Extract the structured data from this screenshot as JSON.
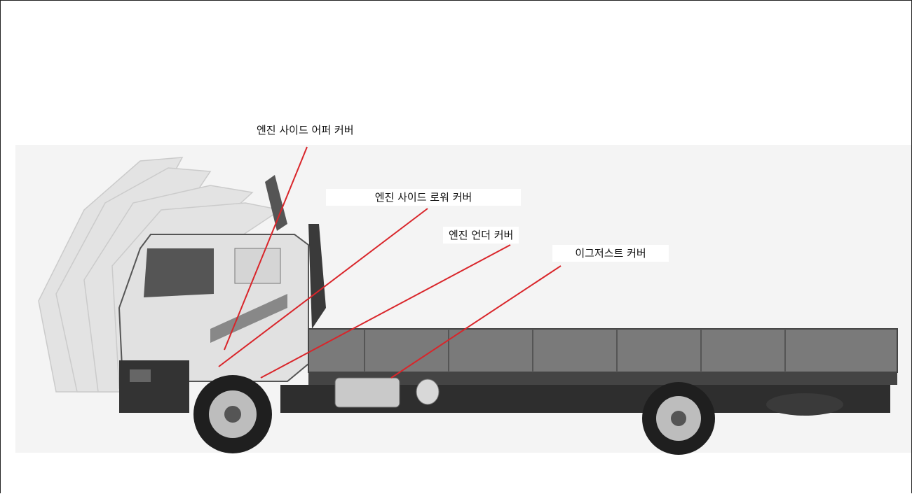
{
  "diagram": {
    "callouts": [
      {
        "id": "engine_side_upper_cover",
        "label": "엔진 사이드 어퍼 커버"
      },
      {
        "id": "engine_side_lower_cover",
        "label": "엔진 사이드 로워 커버"
      },
      {
        "id": "engine_under_cover",
        "label": "엔진 언더 커버"
      },
      {
        "id": "exhaust_cover",
        "label": "이그저스트 커버"
      }
    ],
    "leader_color": "#d9252a"
  }
}
